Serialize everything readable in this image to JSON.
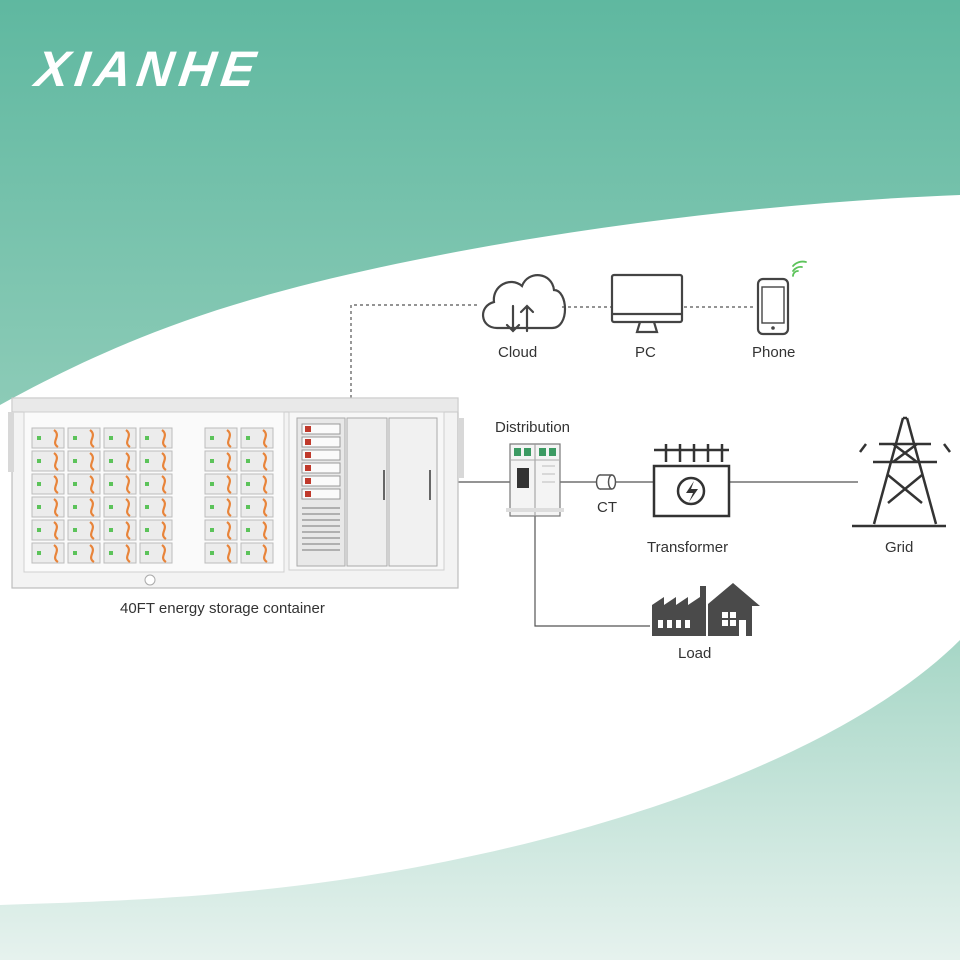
{
  "brand": {
    "logo_text": "XIANHE"
  },
  "colors": {
    "teal_top": "#62b9a2",
    "teal_light": "#a8d8c8",
    "line": "#555555",
    "orange": "#e8843a",
    "green": "#5cc35a"
  },
  "labels": {
    "cloud": "Cloud",
    "pc": "PC",
    "phone": "Phone",
    "distribution": "Distribution",
    "ct": "CT",
    "transformer": "Transformer",
    "grid": "Grid",
    "load": "Load",
    "container": "40FT energy storage container"
  },
  "icons": [
    "cloud-sync-icon",
    "monitor-icon",
    "smartphone-icon",
    "distribution-cabinet-icon",
    "ct-icon",
    "transformer-icon",
    "transmission-tower-icon",
    "factory-house-icon",
    "container-icon"
  ]
}
